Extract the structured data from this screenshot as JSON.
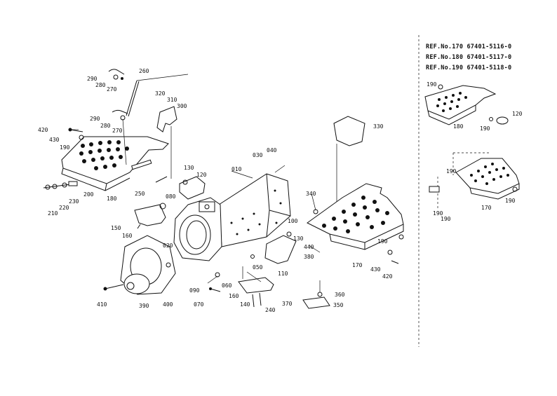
{
  "references": [
    {
      "text": "REF.No.170 67401-5116-0"
    },
    {
      "text": "REF.No.180 67401-5117-0"
    },
    {
      "text": "REF.No.190 67401-5118-0"
    }
  ],
  "part_labels": {
    "p010": "010",
    "p020": "020",
    "p030": "030",
    "p040": "040",
    "p050": "050",
    "p060": "060",
    "p070": "070",
    "p080": "080",
    "p090": "090",
    "p100": "100",
    "p110": "110",
    "p120": "120",
    "p120b": "120",
    "p130": "130",
    "p130b": "130",
    "p140": "140",
    "p150": "150",
    "p160": "160",
    "p160b": "160",
    "p170": "170",
    "p170b": "170",
    "p180": "180",
    "p180b": "180",
    "p190": "190",
    "p190b": "190",
    "p190c": "190",
    "p190d": "190",
    "p190e": "190",
    "p190f": "190",
    "p190g": "190",
    "p190h": "190",
    "p200": "200",
    "p210": "210",
    "p220": "220",
    "p230": "230",
    "p240": "240",
    "p250": "250",
    "p260": "260",
    "p270": "270",
    "p270b": "270",
    "p280": "280",
    "p280b": "280",
    "p290": "290",
    "p290b": "290",
    "p300": "300",
    "p310": "310",
    "p320": "320",
    "p330": "330",
    "p340": "340",
    "p350": "350",
    "p360": "360",
    "p370": "370",
    "p380": "380",
    "p390": "390",
    "p400": "400",
    "p410": "410",
    "p420": "420",
    "p420b": "420",
    "p430": "430",
    "p430b": "430",
    "p440": "440"
  }
}
